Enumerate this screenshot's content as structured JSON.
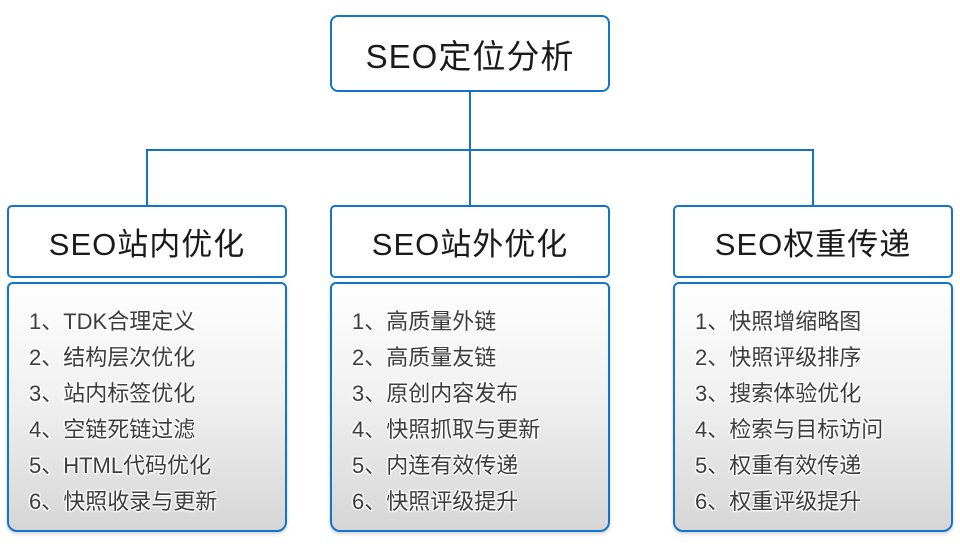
{
  "diagram": {
    "root": {
      "title": "SEO定位分析"
    },
    "branches": [
      {
        "title": "SEO站内优化",
        "items": [
          "1、TDK合理定义",
          "2、结构层次优化",
          "3、站内标签优化",
          "4、空链死链过滤",
          "5、HTML代码优化",
          "6、快照收录与更新"
        ]
      },
      {
        "title": "SEO站外优化",
        "items": [
          "1、高质量外链",
          "2、高质量友链",
          "3、原创内容发布",
          "4、快照抓取与更新",
          "5、内连有效传递",
          "6、快照评级提升"
        ]
      },
      {
        "title": "SEO权重传递",
        "items": [
          "1、快照增缩略图",
          "2、快照评级排序",
          "3、搜索体验优化",
          "4、检索与目标访问",
          "5、权重有效传递",
          "6、权重评级提升"
        ]
      }
    ],
    "colors": {
      "connector_blue": "#1474c8",
      "title_text": "#1a1a1a",
      "item_text": "#3d3d3d",
      "list_gradient_top": "#fefefe",
      "list_gradient_bottom": "#d6d6d6"
    }
  }
}
